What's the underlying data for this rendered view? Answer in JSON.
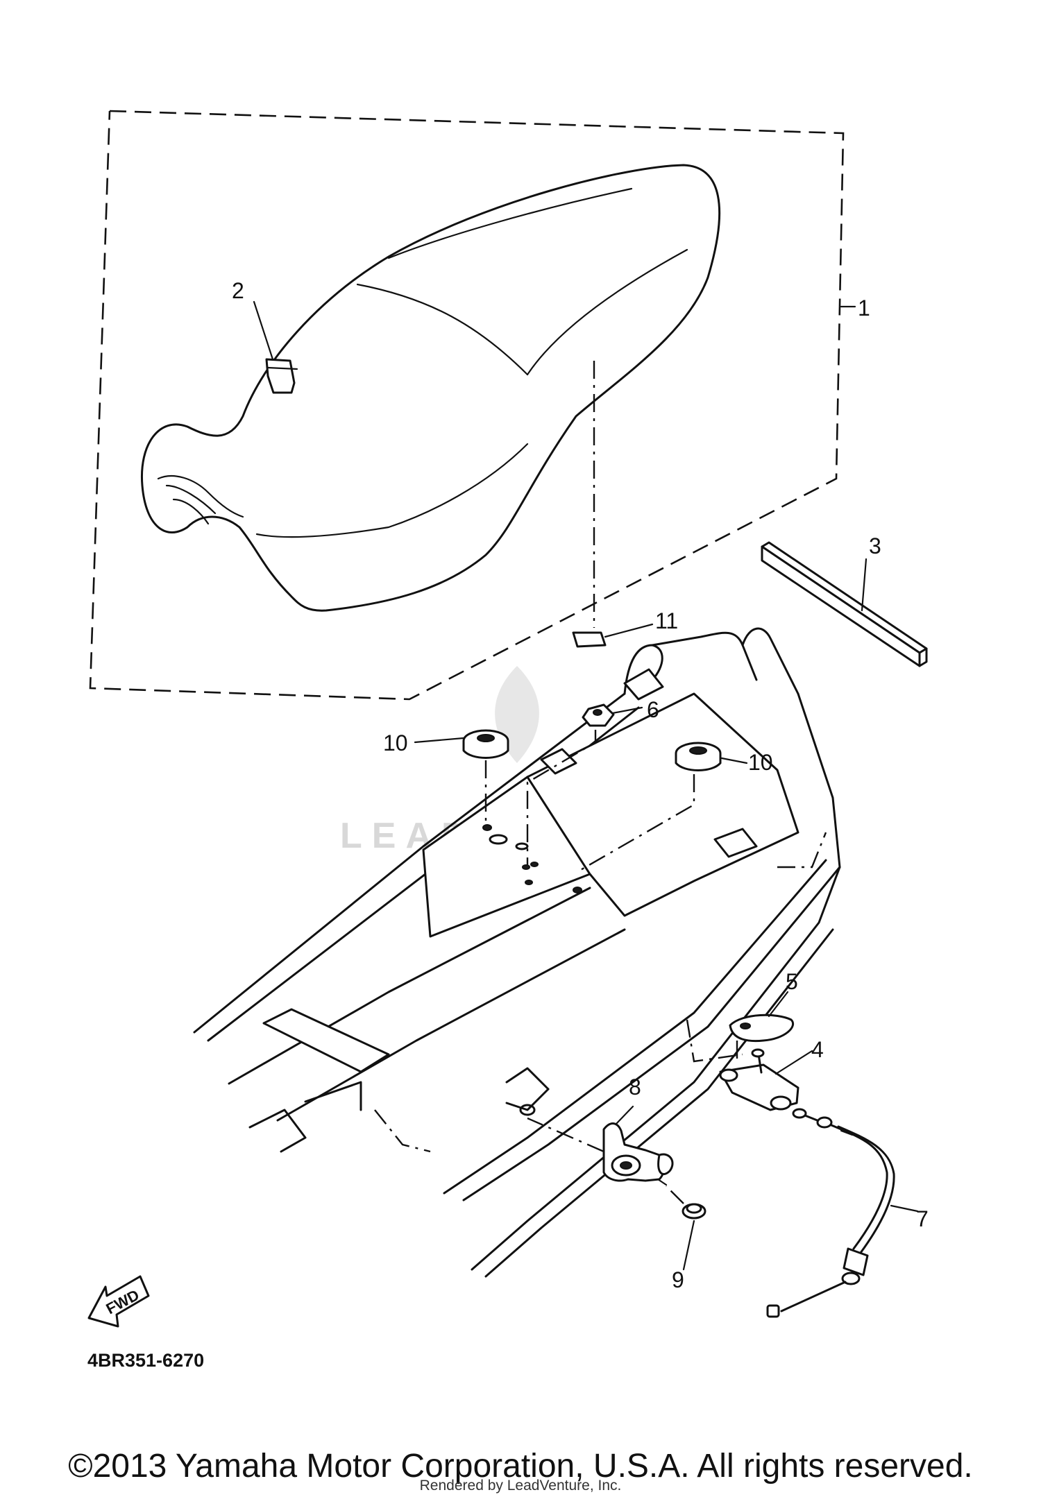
{
  "diagram": {
    "callouts": [
      "1",
      "2",
      "3",
      "4",
      "5",
      "6",
      "7",
      "8",
      "9",
      "10",
      "10",
      "11"
    ],
    "diagram_code": "4BR351-6270",
    "fwd_label": "FWD",
    "watermark": "LEADVENTURE"
  },
  "footer": {
    "copyright": "©2013 Yamaha Motor Corporation, U.S.A. All rights reserved.",
    "rendered_by": "Rendered by LeadVenture, Inc."
  }
}
